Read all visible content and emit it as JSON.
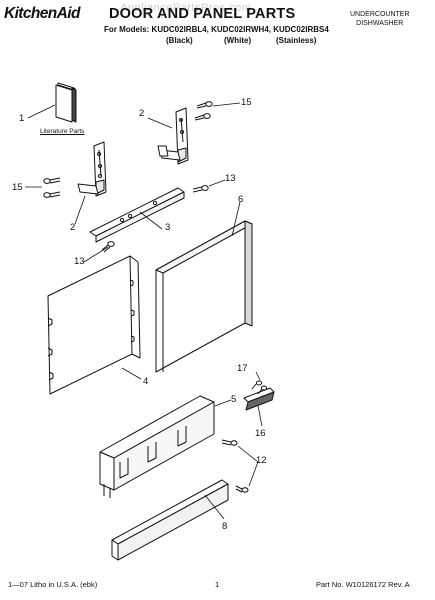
{
  "header": {
    "brand": "KitchenAid",
    "title": "DOOR AND PANEL PARTS",
    "models_line": "For Models: KUDC02IRBL4, KUDC02IRWH4, KUDC02IRBS4",
    "color_black": "(Black)",
    "color_white": "(White)",
    "color_stainless": "(Stainless)",
    "category_line1": "UNDERCOUNTER",
    "category_line2": "DISHWASHER",
    "watermark": "AppliancePartsPros.com"
  },
  "diagram": {
    "literature_label": "Literature Parts",
    "callouts": [
      "1",
      "2",
      "15",
      "15",
      "2",
      "3",
      "13",
      "13",
      "6",
      "4",
      "17",
      "5",
      "16",
      "12",
      "8"
    ]
  },
  "footer": {
    "print_info": "1—07 Litho in U.S.A. (ebk)",
    "page_number": "1",
    "part_number": "Part No. W10126172 Rev. A"
  }
}
